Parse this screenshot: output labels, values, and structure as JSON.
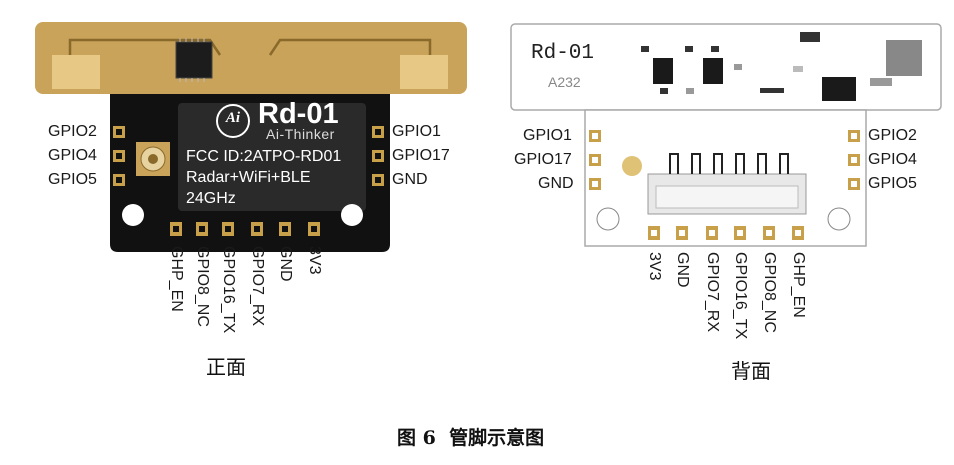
{
  "front": {
    "caption": "正面",
    "logo_mark": "Ai",
    "model": "Rd-01",
    "brand": "Ai-Thinker",
    "label_lines": [
      "FCC ID:2ATPO-RD01",
      "Radar+WiFi+BLE",
      "24GHz"
    ],
    "left_pins": [
      "GPIO2",
      "GPIO4",
      "GPIO5"
    ],
    "right_pins": [
      "GPIO1",
      "GPIO17",
      "GND"
    ],
    "bottom_pins": [
      "GHP_EN",
      "GPIO8_NC",
      "GPIO16_TX",
      "GPIO7_RX",
      "GND",
      "3V3"
    ]
  },
  "back": {
    "caption": "背面",
    "model": "Rd-01",
    "code": "A232",
    "left_pins": [
      "GPIO1",
      "GPIO17",
      "GND"
    ],
    "right_pins": [
      "GPIO2",
      "GPIO4",
      "GPIO5"
    ],
    "bottom_pins": [
      "3V3",
      "GND",
      "GPIO7_RX",
      "GPIO16_TX",
      "GPIO8_NC",
      "GHP_EN"
    ]
  },
  "figure_caption": "图 6  管脚示意图",
  "colors": {
    "pcb_black": "#111111",
    "antenna_gold": "#c9a35a",
    "pcb_white": "#ffffff",
    "pad_gold": "#c8a04a"
  }
}
